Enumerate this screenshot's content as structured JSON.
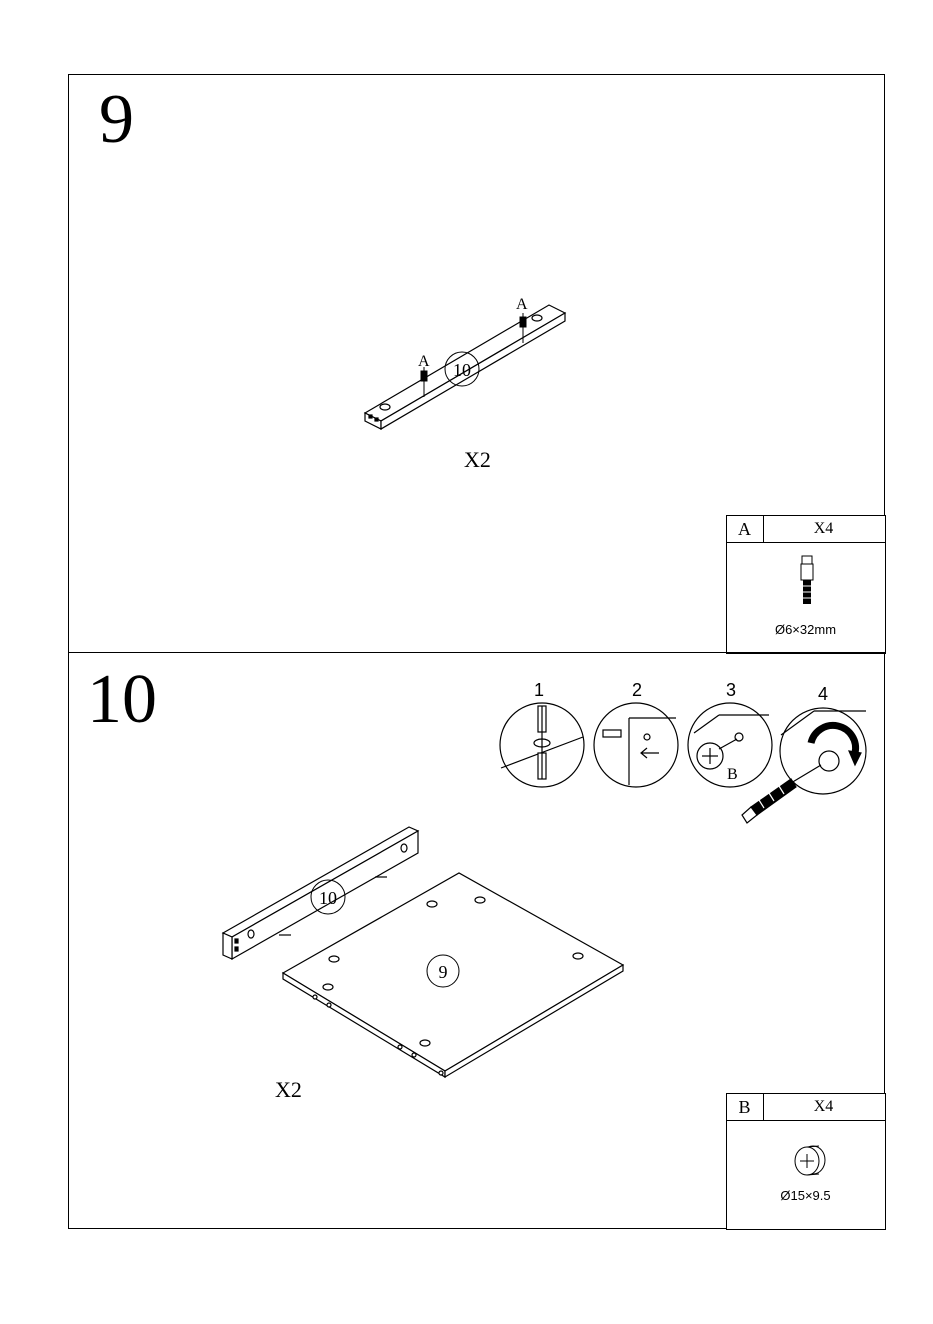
{
  "step9": {
    "number": "9",
    "quantity": "X2",
    "part_label_1": "A",
    "part_label_2": "A",
    "board_id": "10",
    "hardware": {
      "letter": "A",
      "count": "X4",
      "spec": "Ø6×32mm"
    }
  },
  "step10": {
    "number": "10",
    "quantity": "X2",
    "board_top_id": "10",
    "board_panel_id": "9",
    "detail_steps": [
      "1",
      "2",
      "3",
      "4"
    ],
    "detail_label_b": "B",
    "hardware": {
      "letter": "B",
      "count": "X4",
      "spec": "Ø15×9.5"
    }
  }
}
